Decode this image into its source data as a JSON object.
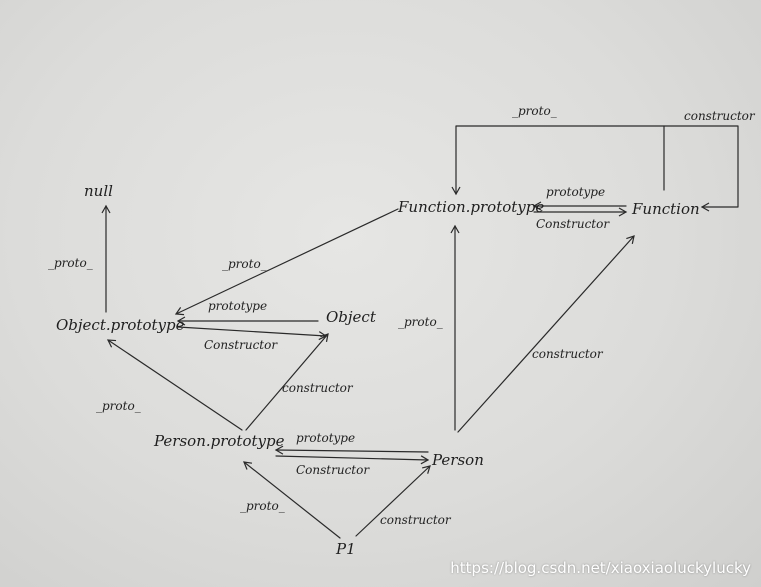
{
  "nodes": {
    "null": "null",
    "object_prototype": "Object.prototype",
    "object": "Object",
    "function_prototype": "Function.prototype",
    "function": "Function",
    "person_prototype": "Person.prototype",
    "person": "Person",
    "p1": "P1"
  },
  "edges": {
    "proto_op_null": "_proto_",
    "op_to_object": "prototype",
    "object_to_op": "Constructor",
    "proto_fp_op": "_proto_",
    "fp_to_function": "Constructor",
    "function_to_fp": "prototype",
    "proto_function_fp": "_proto_",
    "function_self": "constructor",
    "proto_pp_op": "_proto_",
    "pp_to_object": "constructor",
    "pp_to_person": "Constructor",
    "person_to_pp": "prototype",
    "proto_person_fp": "_proto_",
    "person_to_function": "constructor",
    "proto_p1_pp": "_proto_",
    "p1_to_person": "constructor"
  },
  "watermark": "https://blog.csdn.net/xiaoxiaoluckylucky"
}
